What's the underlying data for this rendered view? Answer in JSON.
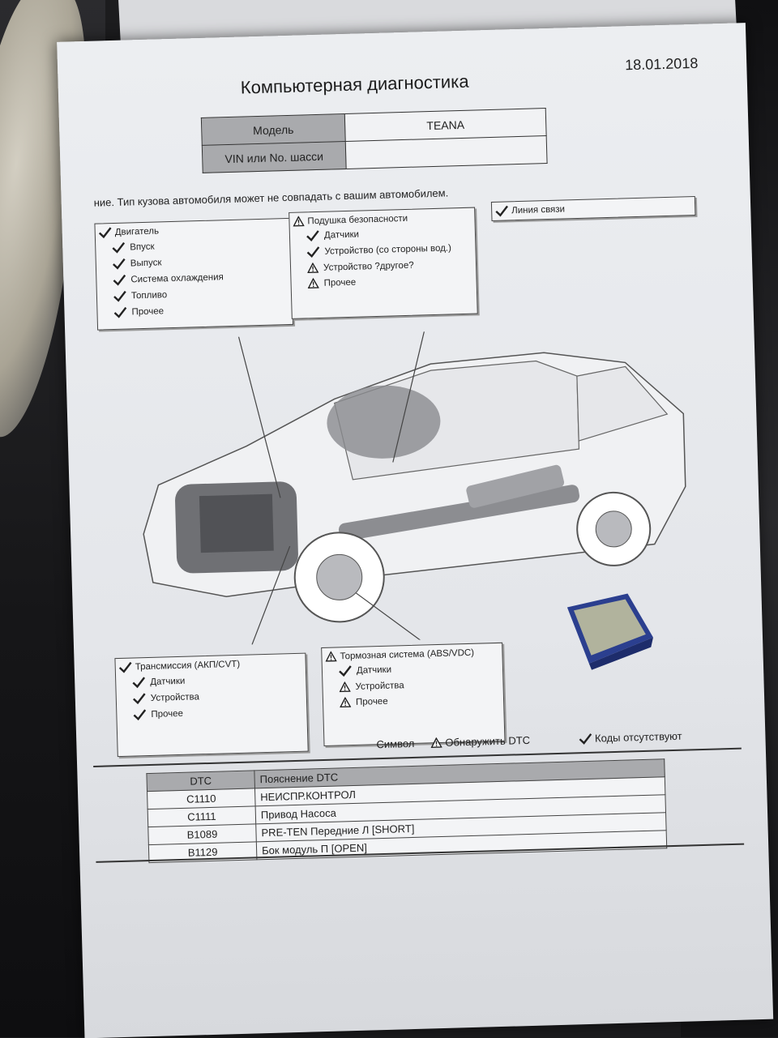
{
  "report": {
    "title": "Компьютерная диагностика",
    "date": "18.01.2018",
    "model_label": "Модель",
    "model_value": "TEANA",
    "vin_label": "VIN или No. шасси",
    "vin_value": "",
    "note": "ние. Тип кузова автомобиля может не совпадать с вашим автомобилем."
  },
  "systems": {
    "engine": {
      "title": "Двигатель",
      "items": [
        {
          "label": "Впуск",
          "status": "ok"
        },
        {
          "label": "Выпуск",
          "status": "ok"
        },
        {
          "label": "Система охлаждения",
          "status": "ok"
        },
        {
          "label": "Топливо",
          "status": "ok"
        },
        {
          "label": "Прочее",
          "status": "ok"
        }
      ]
    },
    "airbag": {
      "title": "Подушка безопасности",
      "items": [
        {
          "label": "Датчики",
          "status": "ok"
        },
        {
          "label": "Устройство (со стороны вод.)",
          "status": "ok"
        },
        {
          "label": "Устройство ?другое?",
          "status": "dtc"
        },
        {
          "label": "Прочее",
          "status": "dtc"
        }
      ]
    },
    "comm": {
      "title": "Линия связи"
    },
    "transmission": {
      "title": "Трансмиссия (АКП/CVT)",
      "items": [
        {
          "label": "Датчики",
          "status": "ok"
        },
        {
          "label": "Устройства",
          "status": "ok"
        },
        {
          "label": "Прочее",
          "status": "ok"
        }
      ]
    },
    "brakes": {
      "title": "Тормозная система (ABS/VDC)",
      "items": [
        {
          "label": "Датчики",
          "status": "ok"
        },
        {
          "label": "Устройства",
          "status": "dtc"
        },
        {
          "label": "Прочее",
          "status": "dtc"
        }
      ]
    }
  },
  "legend": {
    "symbol_label": "Символ",
    "dtc_found": "Обнаружить DTC",
    "no_codes": "Коды отсутствуют"
  },
  "dtc_table": {
    "headers": [
      "DTC",
      "Пояснение DTC"
    ],
    "rows": [
      [
        "C1110",
        "НЕИСПР.КОНТРОЛ"
      ],
      [
        "C1111",
        "Привод Насоса"
      ],
      [
        "B1089",
        "PRE-TEN Передние Л  [SHORT]"
      ],
      [
        "B1129",
        "Бок модуль П  [OPEN]"
      ]
    ]
  },
  "icons": {
    "ok": "checkmark-icon",
    "dtc": "warning-triangle-icon"
  },
  "colors": {
    "paper": "#e8eaed",
    "header_gray": "#a9aaad",
    "connector_blue": "#2b3f8f"
  }
}
